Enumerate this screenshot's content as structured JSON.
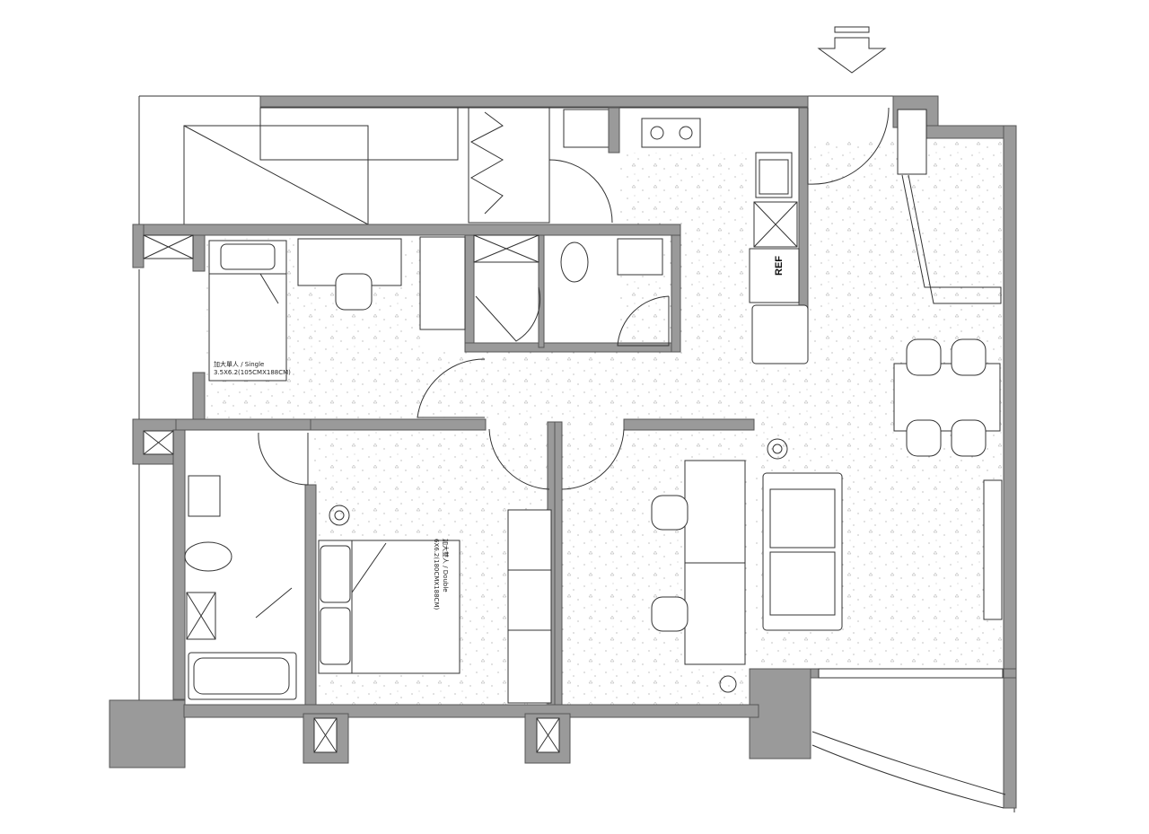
{
  "title": "Apartment floor plan",
  "labels": {
    "refrigerator": "REF",
    "bed_single_name": "加大單人 / Single",
    "bed_single_size": "3.5X6.2(105CMX188CM)",
    "bed_double_name": "加大雙人 / Double",
    "bed_double_size": "6X6.2(180CMX188CM)"
  },
  "colors": {
    "wall": "#9a9a9a",
    "line": "#333333"
  }
}
